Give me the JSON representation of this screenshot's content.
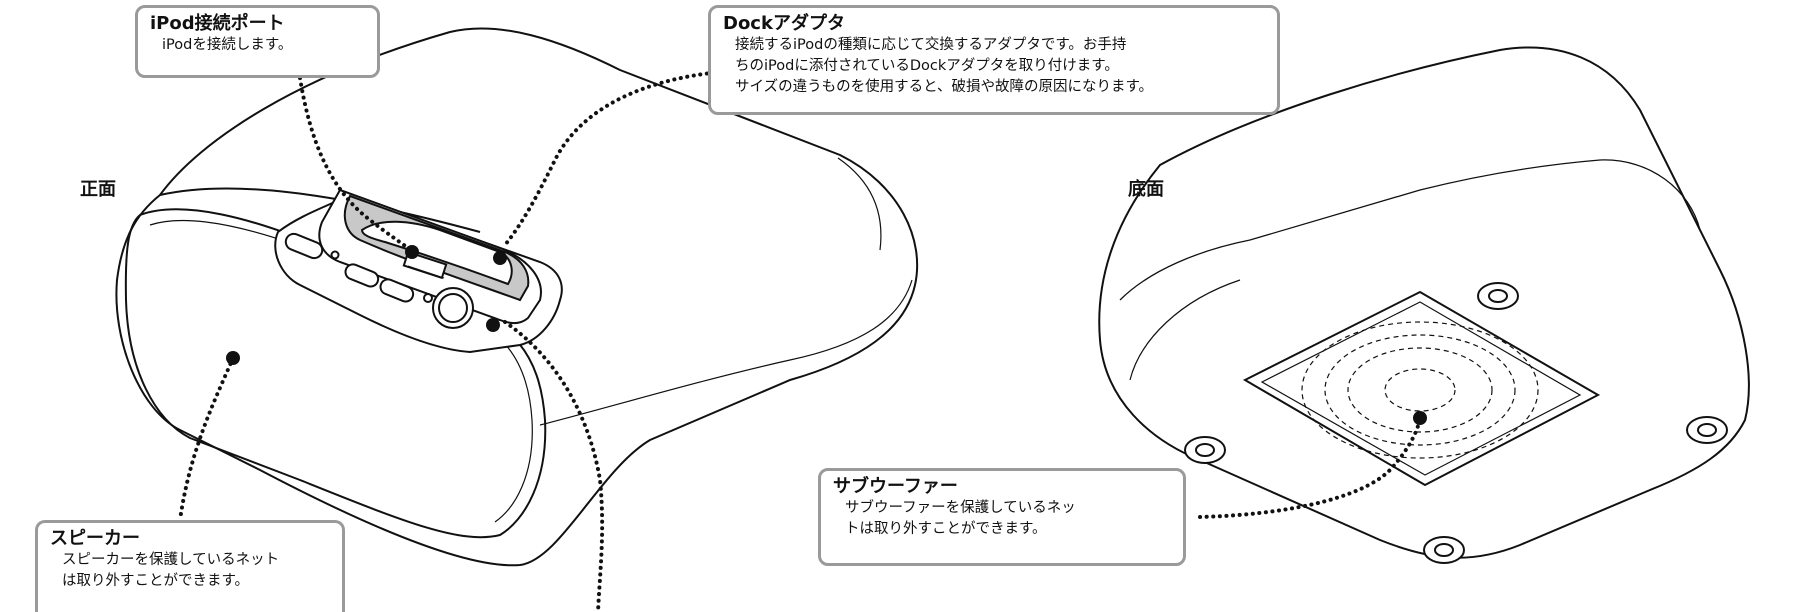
{
  "views": {
    "front_label": "正面",
    "bottom_label": "底面"
  },
  "callouts": {
    "ipod_port": {
      "title": "iPod接続ポート",
      "desc": "iPodを接続します。"
    },
    "dock_adapter": {
      "title": "Dockアダプタ",
      "desc_lines": [
        "接続するiPodの種類に応じて交換するアダプタです。お手持",
        "ちのiPodに添付されているDockアダプタを取り付けます。",
        "サイズの違うものを使用すると、破損や故障の原因になります。"
      ]
    },
    "speaker": {
      "title": "スピーカー",
      "desc_lines": [
        "スピーカーを保護しているネット",
        "は取り外すことができます。"
      ]
    },
    "subwoofer": {
      "title": "サブウーファー",
      "desc_lines": [
        "サブウーファーを保護しているネッ",
        "トは取り外すことができます。"
      ]
    }
  },
  "colors": {
    "outline": "#111111",
    "callout_border": "#9a9a9a",
    "adapter_fill": "#c8c8c8"
  }
}
